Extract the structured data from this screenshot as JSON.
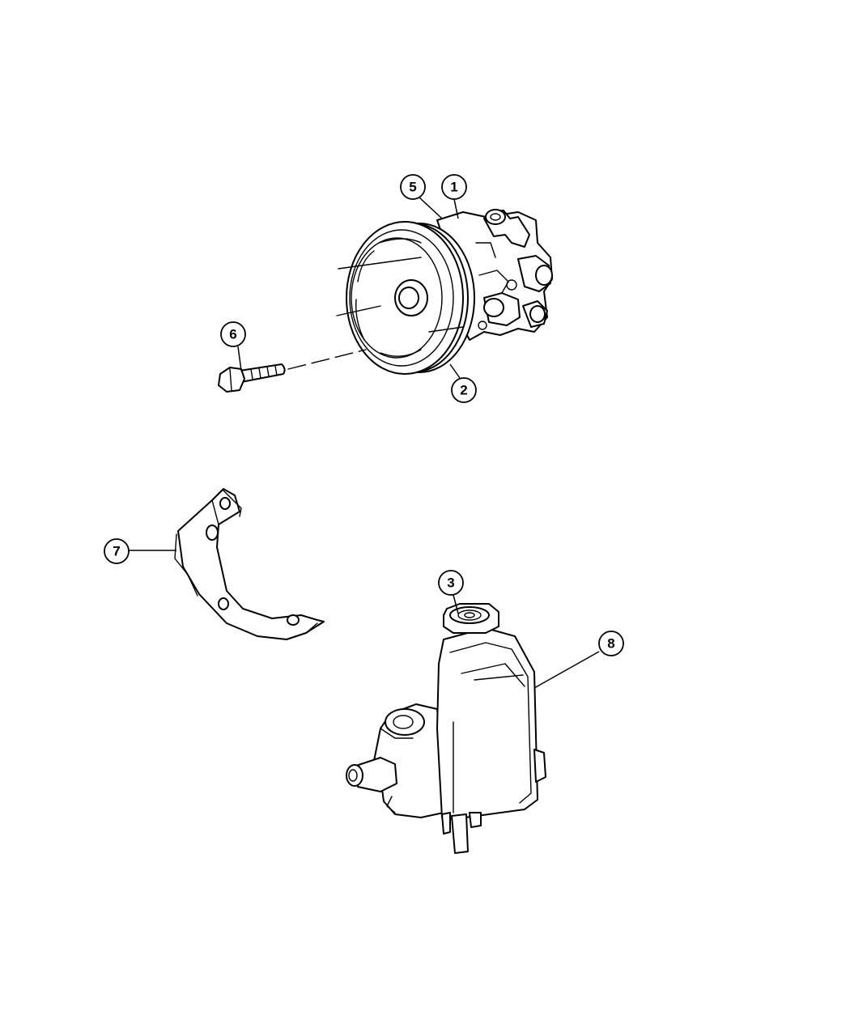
{
  "callouts": [
    {
      "id": "c1",
      "label": "1",
      "part": "power-steering-pump"
    },
    {
      "id": "c2",
      "label": "2",
      "part": "pulley"
    },
    {
      "id": "c3",
      "label": "3",
      "part": "reservoir-cap"
    },
    {
      "id": "c5",
      "label": "5",
      "part": "pump-body"
    },
    {
      "id": "c6",
      "label": "6",
      "part": "bolt"
    },
    {
      "id": "c7",
      "label": "7",
      "part": "bracket"
    },
    {
      "id": "c8",
      "label": "8",
      "part": "reservoir"
    }
  ],
  "colors": {
    "line": "#000000",
    "background": "#ffffff"
  }
}
